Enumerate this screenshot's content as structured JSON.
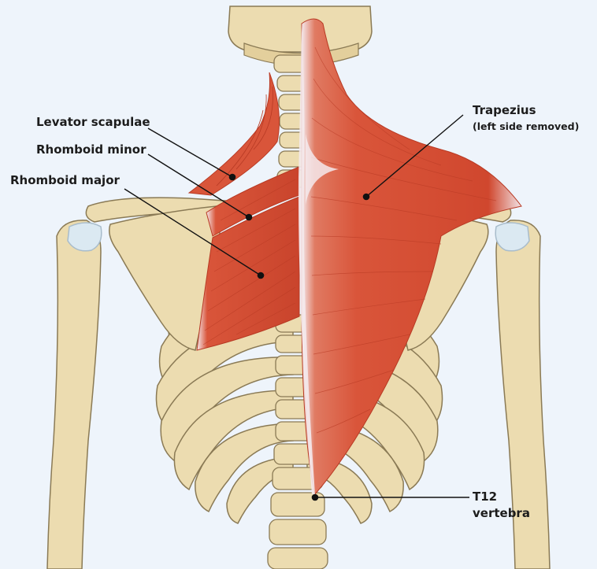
{
  "diagram": {
    "colors": {
      "background": "#eef4fb",
      "bone": "#ecdcb0",
      "bone_outline": "#8a7a55",
      "muscle": "#d9553a",
      "muscle_dark": "#b83a24",
      "tendon": "#f4e9ec",
      "cartilage": "#dbe9f2"
    },
    "labels": {
      "levator": "Levator scapulae",
      "rhomboid_minor": "Rhomboid minor",
      "rhomboid_major": "Rhomboid major",
      "trapezius": "Trapezius",
      "trapezius_note": "(left side removed)",
      "t12_line1": "T12",
      "t12_line2": "vertebra"
    }
  }
}
